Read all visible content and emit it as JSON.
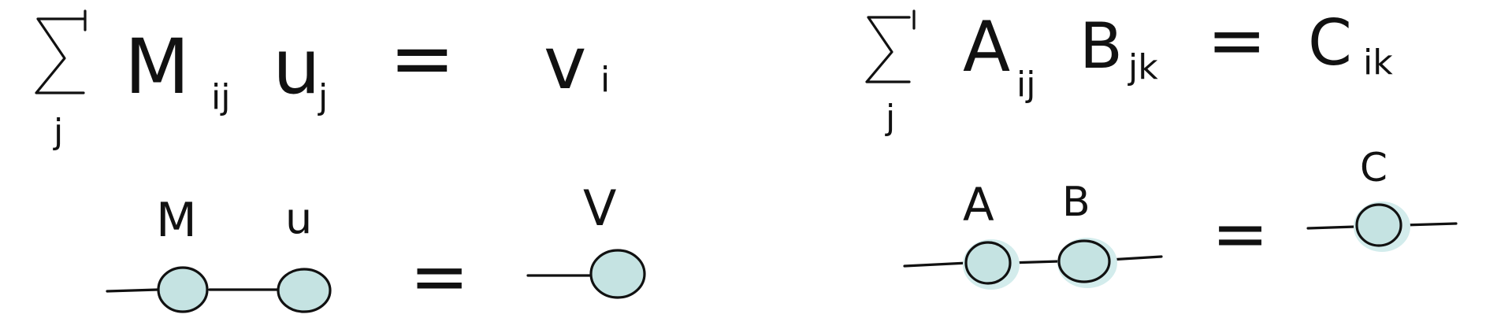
{
  "colors": {
    "ink": "#111111",
    "node_fill": "#c5e3e2",
    "node_glow": "#d3ecec"
  },
  "left_equation": {
    "sum_index": "j",
    "matrix": "M",
    "matrix_sub": "ij",
    "vector": "u",
    "vector_sub": "j",
    "equals": "=",
    "result": "v",
    "result_sub": "i"
  },
  "right_equation": {
    "sum_index": "j",
    "a": "A",
    "a_sub": "ij",
    "b": "B",
    "b_sub": "jk",
    "equals": "=",
    "c": "C",
    "c_sub": "ik"
  },
  "left_diagram": {
    "label_m": "M",
    "label_u": "u",
    "equals": "=",
    "label_v": "V"
  },
  "right_diagram": {
    "label_a": "A",
    "label_b": "B",
    "equals": "=",
    "label_c": "C"
  }
}
